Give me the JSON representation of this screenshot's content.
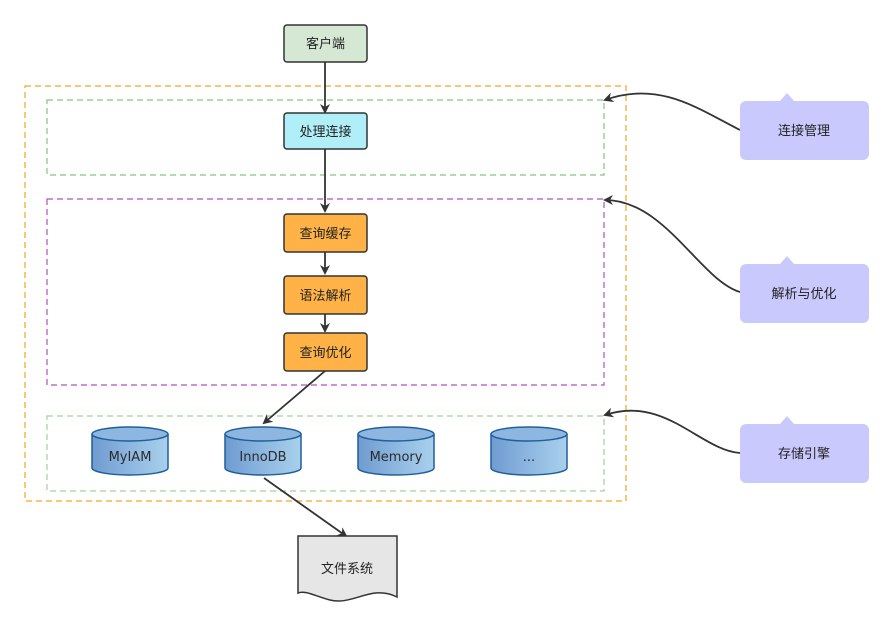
{
  "nodes": {
    "client": "客户端",
    "connection_handling": "处理连接",
    "query_cache": "查询缓存",
    "syntax_parse": "语法解析",
    "query_optimize": "查询优化",
    "file_system": "文件系统"
  },
  "engines": [
    "MyIAM",
    "InnoDB",
    "Memory",
    "..."
  ],
  "callouts": {
    "connection_management": "连接管理",
    "parse_and_optimize": "解析与优化",
    "storage_engine": "存储引擎"
  },
  "colors": {
    "client_fill": "#d5e8d4",
    "client_stroke": "#333333",
    "connection_fill": "#b1eff8",
    "orange_fill": "#ffb347",
    "db_fill": "#7fa9d6",
    "callout_fill": "#c9c9fd",
    "outer_dash": "#f0b94a",
    "green_dash": "#82c67a",
    "purple_dash": "#b050c0",
    "file_fill": "#e6e6e6"
  }
}
